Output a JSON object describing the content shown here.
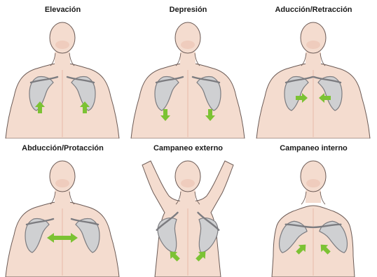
{
  "colors": {
    "skin": "#f4dccf",
    "skin_shade": "#e9b9a6",
    "outline": "#6b5a55",
    "bone": "#cfd0d2",
    "bone_edge": "#7c7c80",
    "arrow": "#7cc233"
  },
  "panels": [
    {
      "label": "Elevación",
      "movement": "up",
      "pose": "neutral"
    },
    {
      "label": "Depresión",
      "movement": "down",
      "pose": "neutral"
    },
    {
      "label": "Aducción/Retracción",
      "movement": "inward",
      "pose": "neutral"
    },
    {
      "label": "Abducción/Protacción",
      "movement": "outward",
      "pose": "neutral"
    },
    {
      "label": "Campaneo externo",
      "movement": "rotate-up",
      "pose": "arms-up"
    },
    {
      "label": "Campaneo interno",
      "movement": "rotate-down",
      "pose": "arms-down"
    }
  ]
}
